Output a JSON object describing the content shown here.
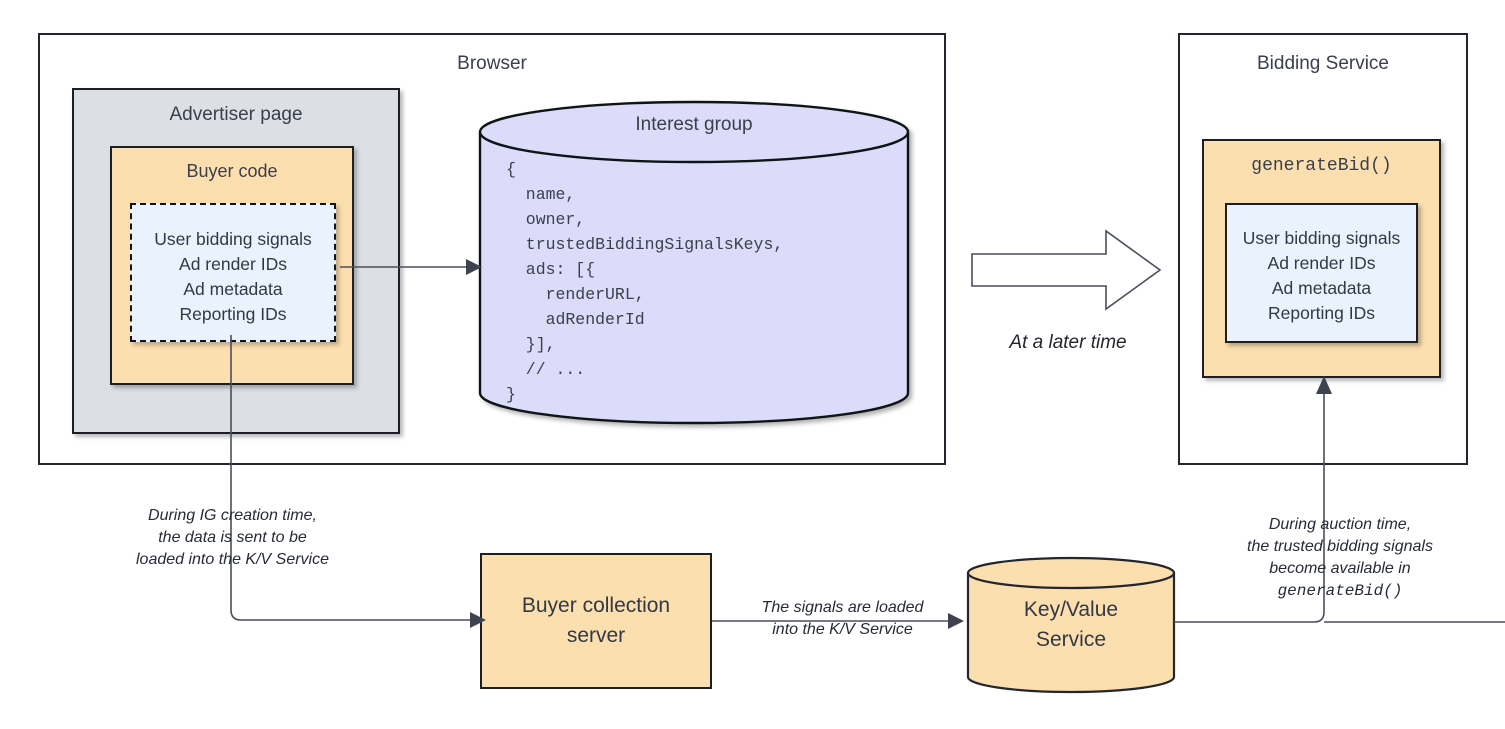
{
  "diagram": {
    "browser": {
      "title": "Browser",
      "advertiser_page": {
        "title": "Advertiser page",
        "buyer_code": {
          "title": "Buyer code",
          "signals_box": {
            "lines": "User bidding signals\nAd render IDs\nAd metadata\nReporting IDs"
          }
        }
      },
      "interest_group": {
        "title": "Interest group",
        "code": "{\n  name,\n  owner,\n  trustedBiddingSignalsKeys,\n  ads: [{\n    renderURL,\n    adRenderId\n  }],\n  // ...\n}"
      }
    },
    "transition": {
      "arrow_label": "At a later time"
    },
    "bidding_service": {
      "title": "Bidding Service",
      "generate_bid": {
        "title": "generateBid()",
        "signals_box": {
          "lines": "User bidding signals\nAd render IDs\nAd metadata\nReporting IDs"
        }
      }
    },
    "buyer_collection_server": {
      "label": "Buyer collection\nserver"
    },
    "key_value_service": {
      "label": "Key/Value\nService"
    },
    "notes": {
      "ig_creation": "During IG creation time,\nthe data is sent to be\nloaded into the K/V Service",
      "signals_loaded": "The signals are loaded\ninto the K/V Service",
      "auction_time": "During auction time,\nthe trusted bidding signals\nbecome available in",
      "auction_time_code": "generateBid()"
    }
  },
  "colors": {
    "orange": "#fcdfae",
    "lavender": "#dcdcfa",
    "pale_blue": "#eaf2fd",
    "gray": "#dcdfe4",
    "green": "#d9e7ce",
    "stroke": "#23262e"
  }
}
